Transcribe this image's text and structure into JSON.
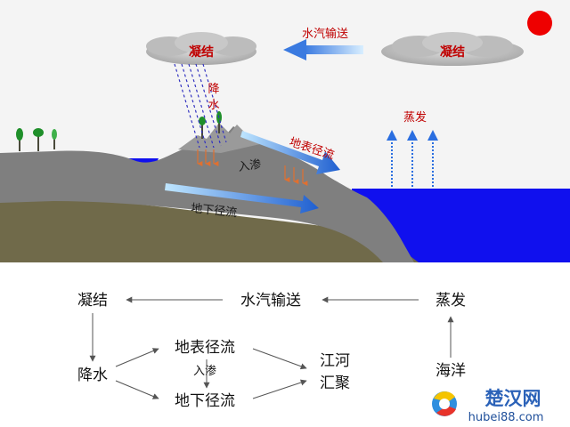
{
  "scene": {
    "condensation_left": "凝结",
    "condensation_right": "凝结",
    "vapor_transport": "水汽输送",
    "precipitation_chars": [
      "降",
      "水"
    ],
    "surface_runoff": "地表径流",
    "infiltration": "入渗",
    "groundwater_runoff": "地下径流",
    "evaporation": "蒸发"
  },
  "flow": {
    "condensation": "凝结",
    "vapor_transport": "水汽输送",
    "evaporation": "蒸发",
    "precipitation": "降水",
    "surface_runoff": "地表径流",
    "infiltration": "入渗",
    "groundwater_runoff": "地下径流",
    "rivers_line1": "江河",
    "rivers_line2": "汇聚",
    "ocean": "海洋"
  },
  "watermark": {
    "brand": "楚汉网",
    "url": "hubei88.com"
  },
  "colors": {
    "sky": "#f4f4f4",
    "land_gray": "#7f7f7f",
    "soil_olive": "#706a4a",
    "ocean": "#1010ee",
    "sun": "#ee0000",
    "arrow_blue": "#2f6fd6",
    "text_red": "#c00000"
  }
}
